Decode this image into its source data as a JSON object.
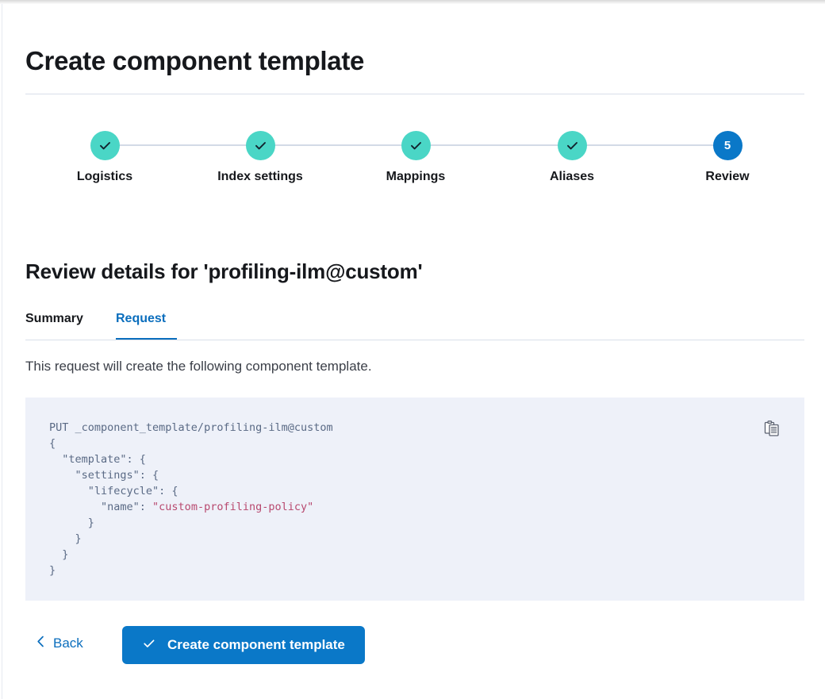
{
  "page": {
    "title": "Create component template"
  },
  "stepper": {
    "steps": [
      {
        "label": "Logistics",
        "state": "done",
        "icon": "check-icon",
        "number": "1"
      },
      {
        "label": "Index settings",
        "state": "done",
        "icon": "check-icon",
        "number": "2"
      },
      {
        "label": "Mappings",
        "state": "done",
        "icon": "check-icon",
        "number": "3"
      },
      {
        "label": "Aliases",
        "state": "done",
        "icon": "check-icon",
        "number": "4"
      },
      {
        "label": "Review",
        "state": "current",
        "icon": "",
        "number": "5"
      }
    ]
  },
  "review": {
    "heading": "Review details for 'profiling-ilm@custom'",
    "tabs": [
      {
        "label": "Summary",
        "active": false
      },
      {
        "label": "Request",
        "active": true
      }
    ],
    "description": "This request will create the following component template."
  },
  "request": {
    "method_line": "PUT _component_template/profiling-ilm@custom",
    "body_before_string": "{\n  \"template\": {\n    \"settings\": {\n      \"lifecycle\": {\n        \"name\": ",
    "string_value": "\"custom-profiling-policy\"",
    "body_after_string": "\n      }\n    }\n  }\n}",
    "copy_icon": "clipboard-copy-icon"
  },
  "footer": {
    "back_label": "Back",
    "back_icon": "chevron-left-icon",
    "submit_label": "Create component template",
    "submit_icon": "check-icon"
  },
  "colors": {
    "accent_blue": "#0a78c8",
    "link_blue": "#0b6ebd",
    "step_done_teal": "#4ad6c6",
    "code_bg": "#eef1f9",
    "code_text": "#5a6a85",
    "code_string": "#b8496f",
    "divider": "#d9dfe9"
  }
}
